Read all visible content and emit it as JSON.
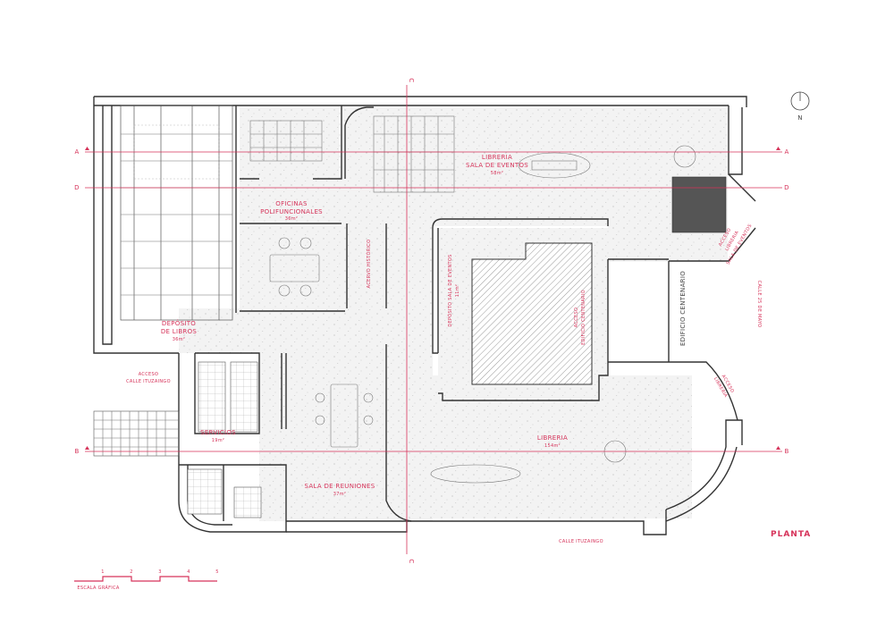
{
  "rooms": {
    "libreria_eventos": {
      "line1": "LIBRERIA",
      "line2": "SALA DE EVENTOS",
      "area": "58m²"
    },
    "oficinas": {
      "line1": "OFICINAS",
      "line2": "POLIFUNCIONALES",
      "area": "36m²"
    },
    "acervo": {
      "name": "ACERVO HISTÓRICO"
    },
    "deposito_eventos": {
      "line1": "DEPÓSITO SALA DE EVENTOS",
      "area": "11m²"
    },
    "deposito_libros": {
      "line1": "DEPÓSITO",
      "line2": "DE LIBROS",
      "area": "36m²"
    },
    "acceso_ituzaingo": {
      "line1": "ACCESO",
      "line2": "CALLE ITUZAINGO"
    },
    "servicios": {
      "name": "SERVICIOS",
      "area": "19m²"
    },
    "sala_reuniones": {
      "name": "SALA DE REUNIONES",
      "area": "37m²"
    },
    "libreria": {
      "name": "LIBRERIA",
      "area": "154m²"
    },
    "acceso_centenario": {
      "line1": "ACCESO",
      "line2": "EDIFICIO CENTENARIO"
    },
    "edificio_centenario": {
      "name": "EDIFICIO CENTENARIO"
    },
    "acceso_libreria_eventos": {
      "line1": "ACCESO",
      "line2": "LIBRERIA",
      "line3": "SALA DE EVENTOS"
    },
    "acceso_libreria": {
      "line1": "ACCESO",
      "line2": "LIBRERIA"
    }
  },
  "sections": {
    "a": "A",
    "b": "B",
    "c": "C",
    "d": "D"
  },
  "north": "N",
  "streets": {
    "bottom": "CALLE ITUZAINGO",
    "right": "CALLE 25 DE MAYO"
  },
  "title": "PLANTA",
  "scale": {
    "label": "ESCALA GRÁFICA",
    "ticks": [
      "1",
      "2",
      "3",
      "4",
      "5"
    ]
  },
  "colors": {
    "accent": "#d6335a",
    "wall": "#333333",
    "floor": "#f2f2f2"
  }
}
